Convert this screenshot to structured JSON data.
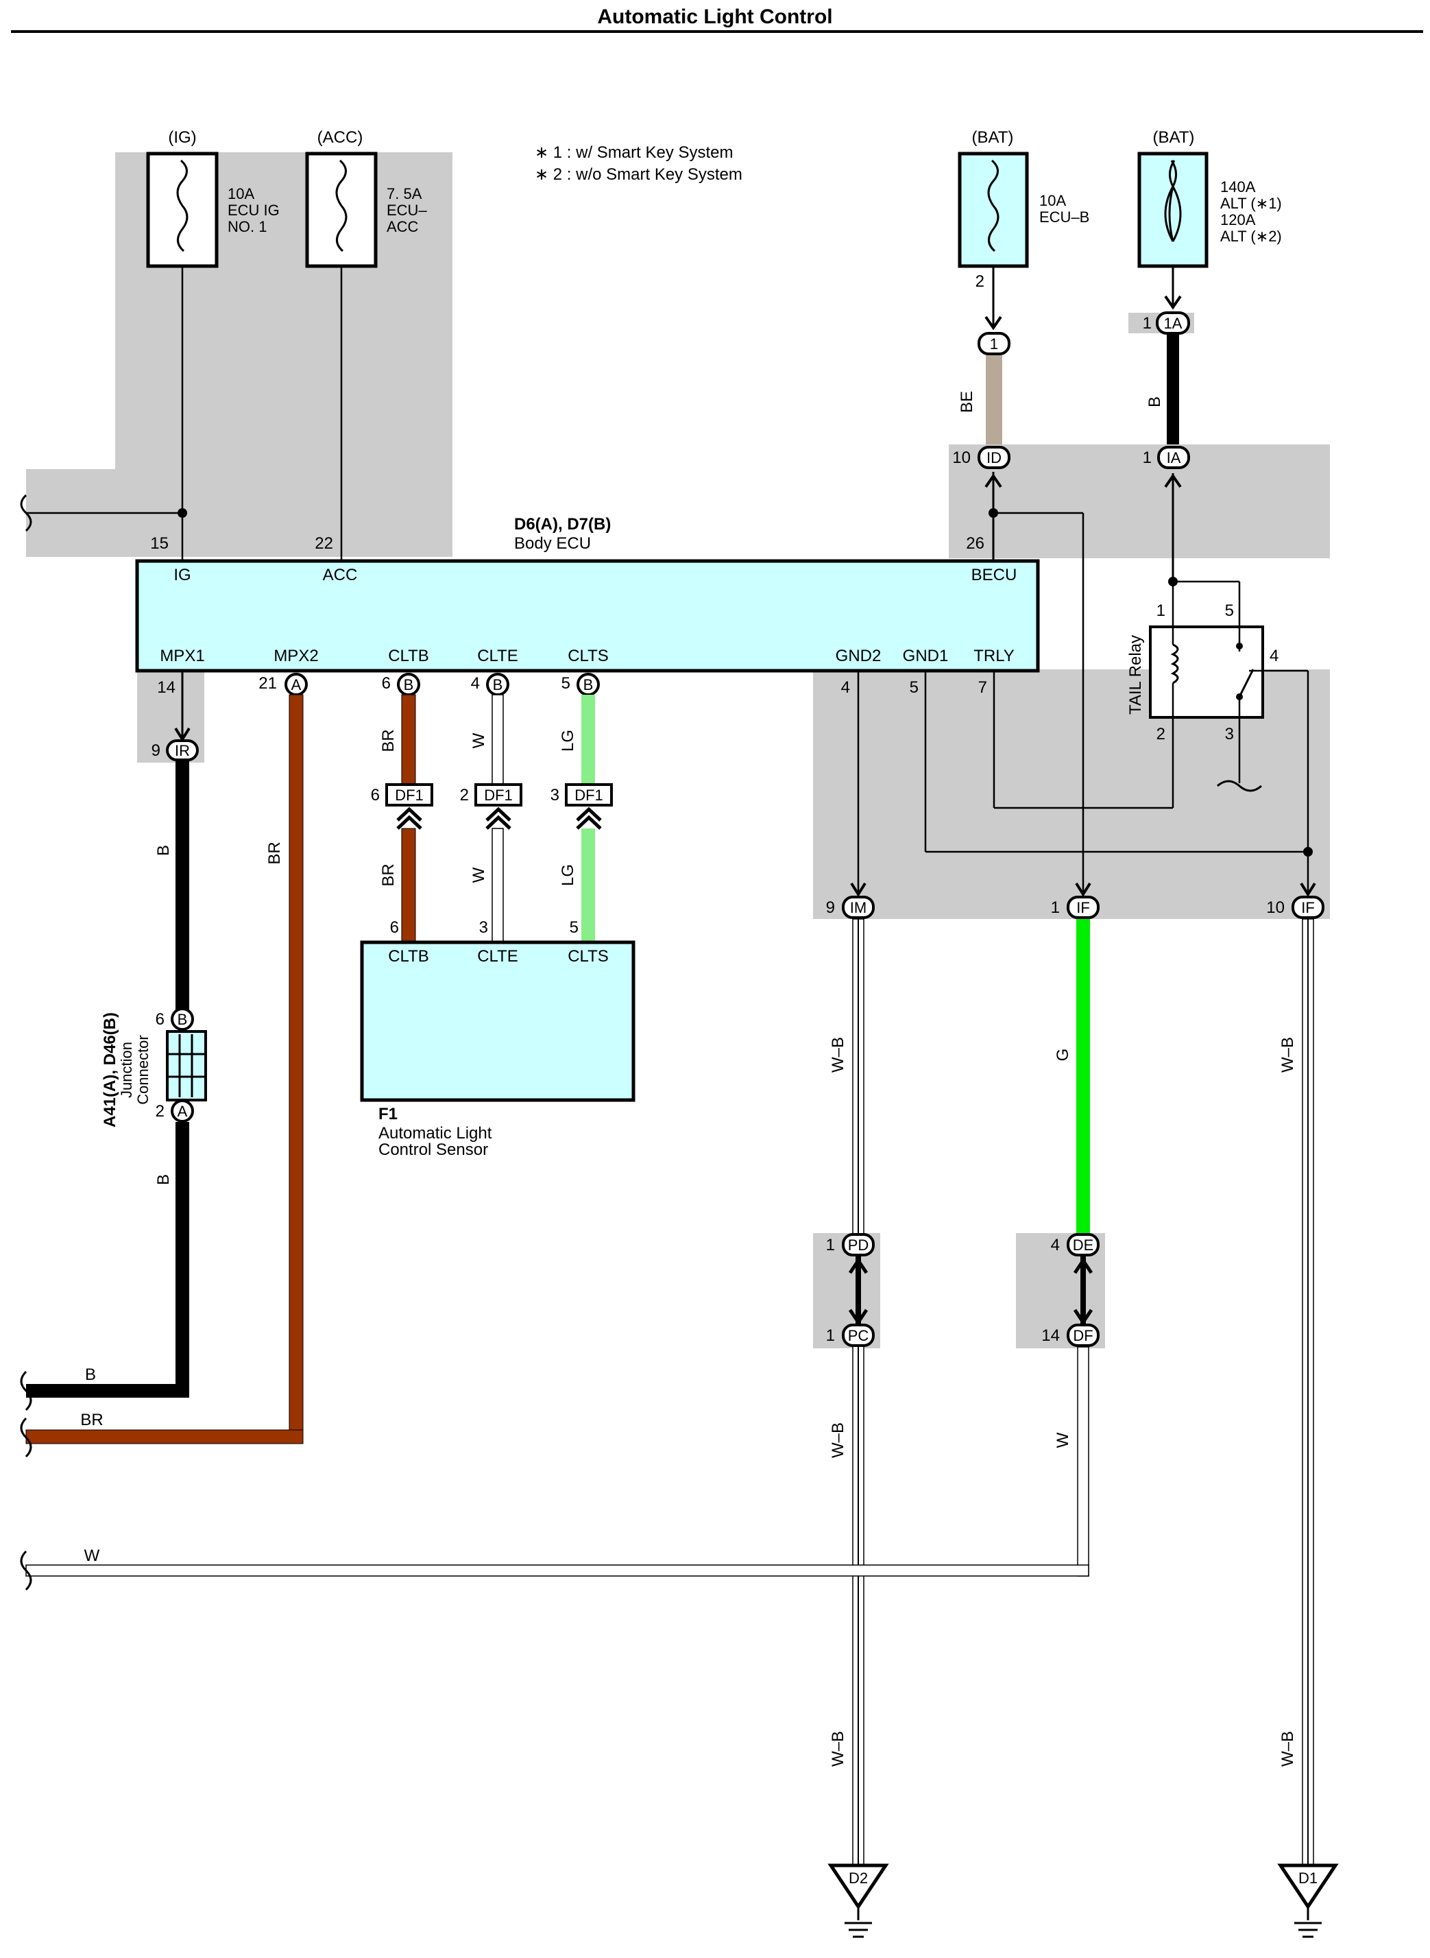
{
  "title": "Automatic Light Control",
  "notes": [
    "∗ 1 : w/ Smart Key System",
    "∗ 2 : w/o Smart Key System"
  ],
  "colors": {
    "shade": "#cccccc",
    "component_fill": "#ccffff",
    "B": "#000000",
    "BR": "#993300",
    "BE": "#b8a898",
    "LG": "#88ee88",
    "G": "#00ee00",
    "W": "#ffffff",
    "W_B": "#ffffff"
  },
  "fuses": [
    {
      "source": "(IG)",
      "lines": [
        "10A",
        "ECU IG",
        "NO. 1"
      ]
    },
    {
      "source": "(ACC)",
      "lines": [
        "7. 5A",
        "ECU–",
        "ACC"
      ]
    },
    {
      "source": "(BAT)",
      "lines": [
        "10A",
        "ECU–B"
      ]
    },
    {
      "source": "(BAT)",
      "lines": [
        "140A",
        "ALT (∗1)",
        "120A",
        "ALT (∗2)"
      ]
    }
  ],
  "body_ecu": {
    "code": "D6(A), D7(B)",
    "name": "Body ECU",
    "top_terminals": [
      "IG",
      "ACC",
      "BECU"
    ],
    "bottom_terminals": [
      "MPX1",
      "MPX2",
      "CLTB",
      "CLTE",
      "CLTS",
      "GND2",
      "GND1",
      "TRLY"
    ]
  },
  "pins": {
    "ig": "15",
    "acc": "22",
    "becu": "26",
    "mpx1": "14",
    "mpx2": "21",
    "cltb": "6",
    "clte": "4",
    "clts": "5",
    "gnd2": "4",
    "gnd1": "5",
    "trly": "7",
    "fuse_ecub": "2",
    "c1": "1",
    "c1a": "1",
    "id": "10",
    "ia": "1",
    "ir": "9",
    "df1_cltb": "6",
    "df1_clte": "2",
    "df1_clts": "3",
    "f1_cltb": "6",
    "f1_clte": "3",
    "f1_clts": "5",
    "im": "9",
    "if_g": "1",
    "if_wb": "10",
    "jc_b": "6",
    "jc_a": "2",
    "pd": "1",
    "pc": "1",
    "de": "4",
    "df": "14",
    "r1": "1",
    "r2": "2",
    "r3": "3",
    "r4": "4",
    "r5": "5"
  },
  "connectors": {
    "A": "A",
    "B": "B",
    "one": "1",
    "c1A": "1A",
    "ID": "ID",
    "IA": "IA",
    "IR": "IR",
    "DF1": "DF1",
    "IM": "IM",
    "IF": "IF",
    "PD": "PD",
    "PC": "PC",
    "DE": "DE",
    "DF": "DF"
  },
  "wire_labels": {
    "BE": "BE",
    "B": "B",
    "BR": "BR",
    "W": "W",
    "LG": "LG",
    "G": "G",
    "WB": "W–B"
  },
  "relay": {
    "name": "TAIL Relay"
  },
  "sensor": {
    "code": "F1",
    "name_lines": [
      "Automatic Light",
      "Control Sensor"
    ],
    "terminals": [
      "CLTB",
      "CLTE",
      "CLTS"
    ]
  },
  "junction": {
    "code": "A41(A), D46(B)",
    "name_lines": [
      "Junction",
      "Connector"
    ]
  },
  "grounds": [
    "D2",
    "D1"
  ]
}
